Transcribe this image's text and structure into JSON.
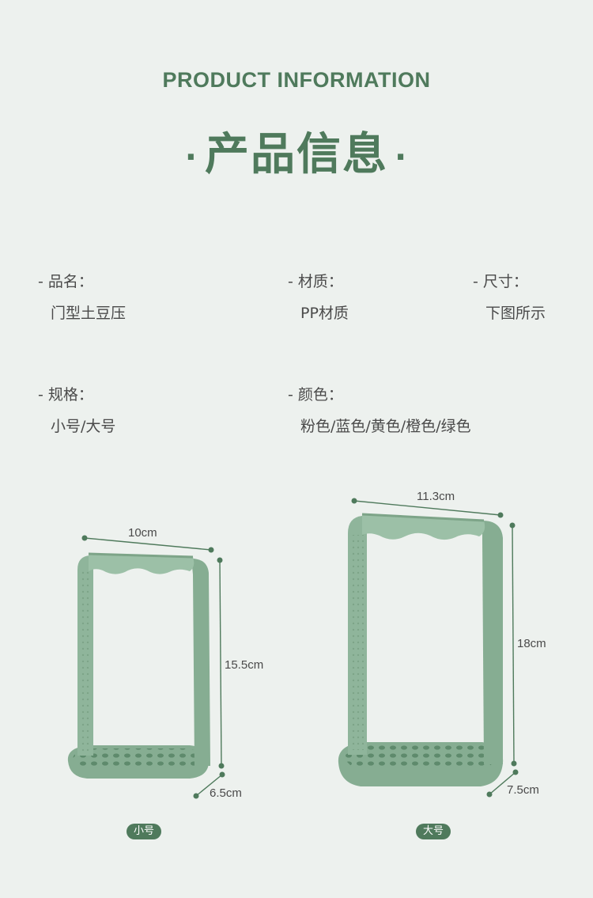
{
  "header": {
    "title_en": "PRODUCT INFORMATION",
    "title_cn": "产品信息",
    "dot": "·"
  },
  "fields": [
    {
      "label": "- 品名：",
      "value": "门型土豆压"
    },
    {
      "label": "- 材质：",
      "value": "PP材质"
    },
    {
      "label": "- 尺寸：",
      "value": "下图所示"
    },
    {
      "label": "- 规格：",
      "value": "小号/大号"
    },
    {
      "label": "- 颜色：",
      "value": "粉色/蓝色/黄色/橙色/绿色"
    }
  ],
  "products": {
    "small": {
      "badge": "小号",
      "width": "10cm",
      "height": "15.5cm",
      "depth": "6.5cm"
    },
    "large": {
      "badge": "大号",
      "width": "11.3cm",
      "height": "18cm",
      "depth": "7.5cm"
    }
  },
  "colors": {
    "accent": "#4f7a5c",
    "product_green": "#8fb59b",
    "background": "#edf1ee"
  }
}
